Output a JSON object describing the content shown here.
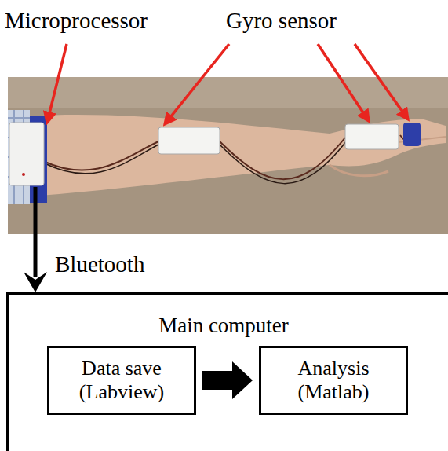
{
  "diagram": {
    "nodes": [
      {
        "text": [
          "Main computer"
        ]
      },
      {
        "text": [
          "Data save (Labview)"
        ],
        "in": 0
      },
      {
        "text": [
          "Analysis (Matlab)"
        ],
        "in": 0
      }
    ],
    "edges": [
      {
        "from": 1,
        "to": 2,
        "arrow": "to"
      }
    ],
    "labels": [
      "Microprocessor",
      "Gyro sensor",
      "Bluetooth"
    ]
  }
}
